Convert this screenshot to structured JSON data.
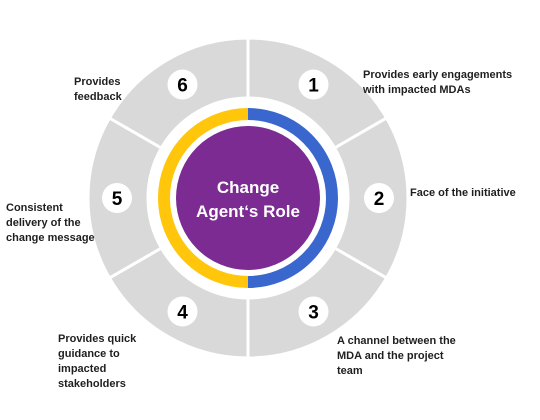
{
  "colors": {
    "segment_fill": "#d9d9d9",
    "segment_stroke": "#ffffff",
    "ring_blue": "#3a67cd",
    "ring_yellow": "#ffc60b",
    "center_fill": "#7b2b91",
    "badge_fill": "#ffffff"
  },
  "center": {
    "line1": "Change",
    "line2": "Agent‘s Role"
  },
  "segments": [
    {
      "number": "1",
      "label_lines": [
        "Provides early engagements",
        "with impacted MDAs"
      ]
    },
    {
      "number": "2",
      "label_lines": [
        "Face of the initiative"
      ]
    },
    {
      "number": "3",
      "label_lines": [
        "A channel between the",
        "MDA and the project",
        "team"
      ]
    },
    {
      "number": "4",
      "label_lines": [
        "Provides quick",
        "guidance to",
        "impacted",
        "stakeholders"
      ]
    },
    {
      "number": "5",
      "label_lines": [
        "Consistent",
        "delivery of the",
        "change message"
      ]
    },
    {
      "number": "6",
      "label_lines": [
        "Provides",
        "feedback"
      ]
    }
  ]
}
